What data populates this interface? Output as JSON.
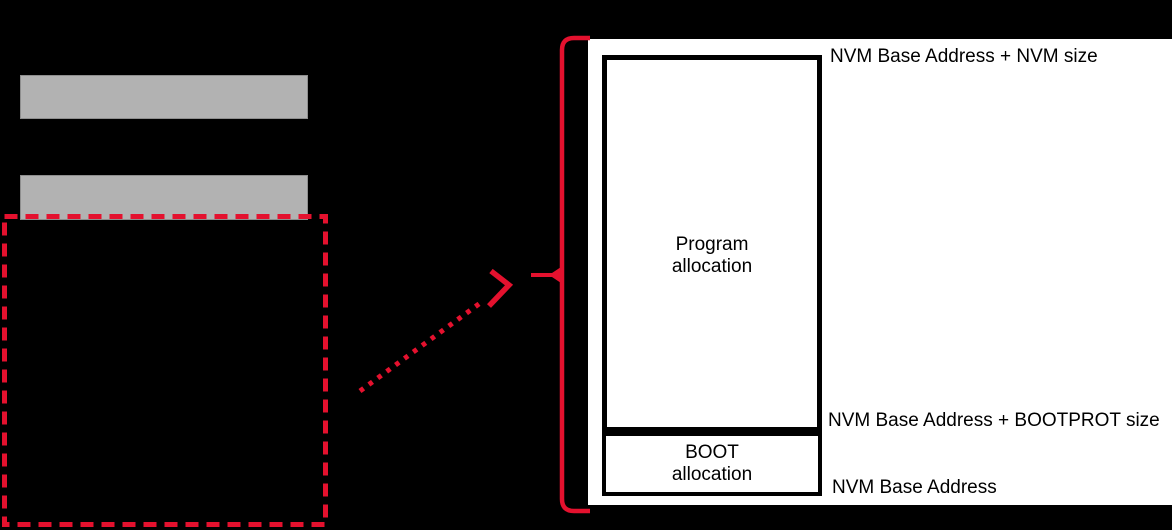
{
  "figure": {
    "memory_map": {
      "program_region": {
        "line1": "Program",
        "line2": "allocation"
      },
      "boot_region": {
        "line1": "BOOT",
        "line2": "allocation"
      },
      "address_labels": {
        "top": "NVM Base Address + NVM size",
        "middle": "NVM Base Address + BOOTPROT size",
        "bottom": "NVM Base Address"
      }
    }
  },
  "colors": {
    "accent_red": "#e4112e",
    "bar_gray": "#b2b2b2",
    "bar_gray_border": "#8e8e8e",
    "canvas_bg": "#000000",
    "panel_bg": "#ffffff",
    "ink": "#000000"
  }
}
